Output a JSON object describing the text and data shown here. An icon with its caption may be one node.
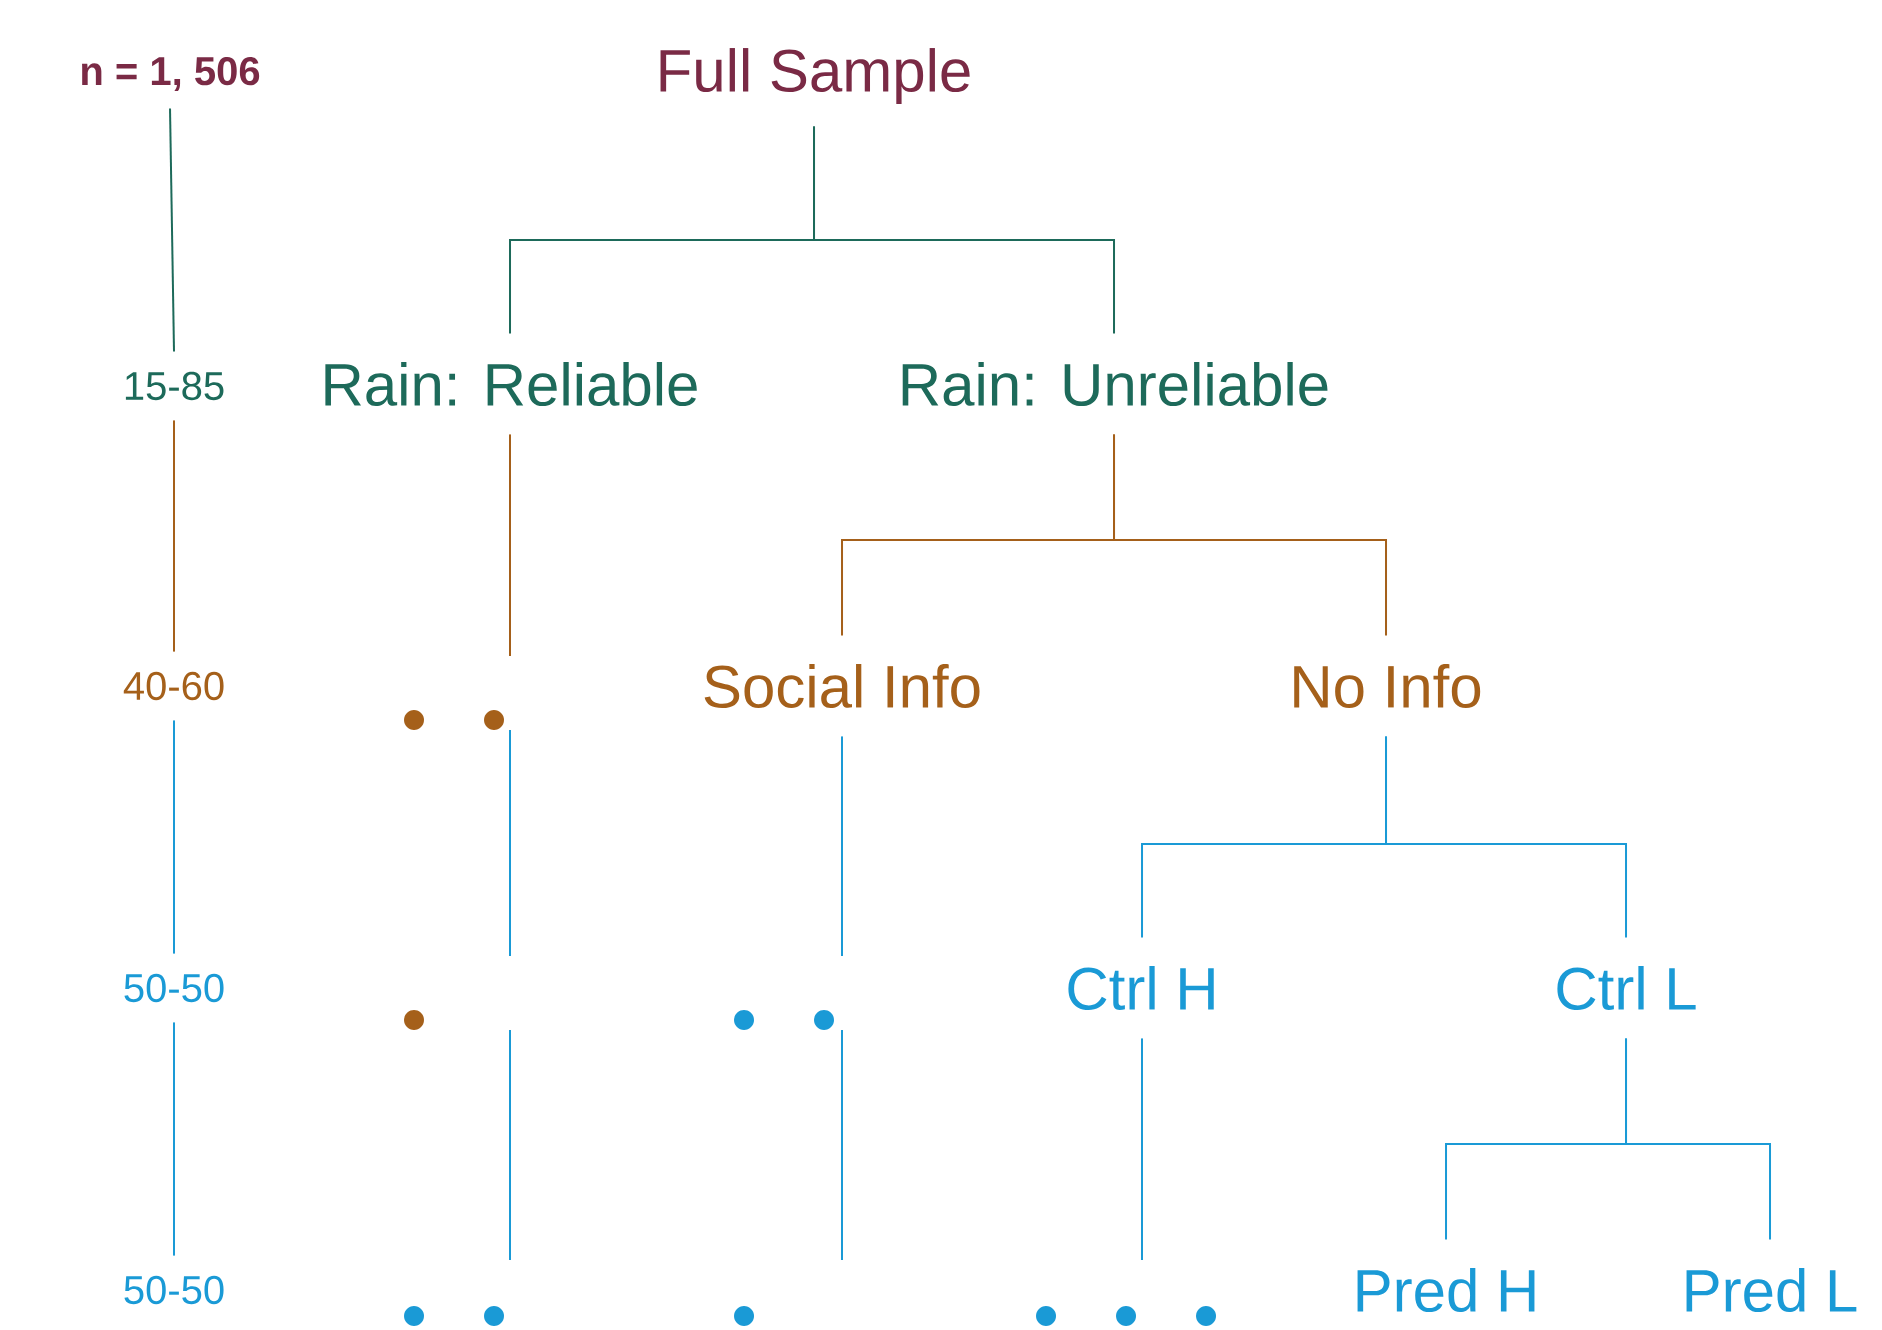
{
  "diagram": {
    "nodes": [
      {
        "text": [
          "n = 1, 506"
        ]
      },
      {
        "text": [
          "15-85"
        ]
      },
      {
        "text": [
          "40-60"
        ]
      },
      {
        "text": [
          "50-50"
        ]
      },
      {
        "text": [
          "50-50"
        ]
      },
      {
        "text": [
          "Full Sample"
        ]
      },
      {
        "text": [
          "Rain: Reliable"
        ]
      },
      {
        "text": [
          "Rain: Unreliable"
        ]
      },
      {
        "text": [
          "Social Info"
        ]
      },
      {
        "text": [
          "No Info"
        ]
      },
      {
        "text": [
          "Ctrl H"
        ]
      },
      {
        "text": [
          "Ctrl L"
        ]
      },
      {
        "text": [
          "Pred H"
        ]
      },
      {
        "text": [
          "Pred L"
        ]
      }
    ],
    "edges": [
      {
        "from": 0,
        "to": 1,
        "arrow": "none",
        "color": "#1d6a5a"
      },
      {
        "from": 1,
        "to": 2,
        "arrow": "none",
        "color": "#a5601a"
      },
      {
        "from": 2,
        "to": 3,
        "arrow": "none"
      },
      {
        "from": 3,
        "to": 4,
        "arrow": "none"
      },
      {
        "from": 5,
        "to": 6,
        "arrow": "none",
        "color": "#1d6a5a"
      },
      {
        "from": 5,
        "to": 7,
        "arrow": "none",
        "color": "#1d6a5a"
      },
      {
        "from": 7,
        "to": 8,
        "arrow": "none",
        "color": "#a5601a"
      },
      {
        "from": 7,
        "to": 9,
        "arrow": "none",
        "color": "#a5601a"
      },
      {
        "from": 9,
        "to": 10,
        "arrow": "none"
      },
      {
        "from": 9,
        "to": 11,
        "arrow": "none"
      },
      {
        "from": 11,
        "to": 12,
        "arrow": "none"
      },
      {
        "from": 11,
        "to": 13,
        "arrow": "none"
      },
      {
        "from": 6,
        "to": null,
        "arrow": "none",
        "color": "#a5601a"
      },
      {
        "from": 8,
        "to": null,
        "arrow": "none"
      },
      {
        "from": 10,
        "to": null,
        "arrow": "none"
      }
    ]
  }
}
